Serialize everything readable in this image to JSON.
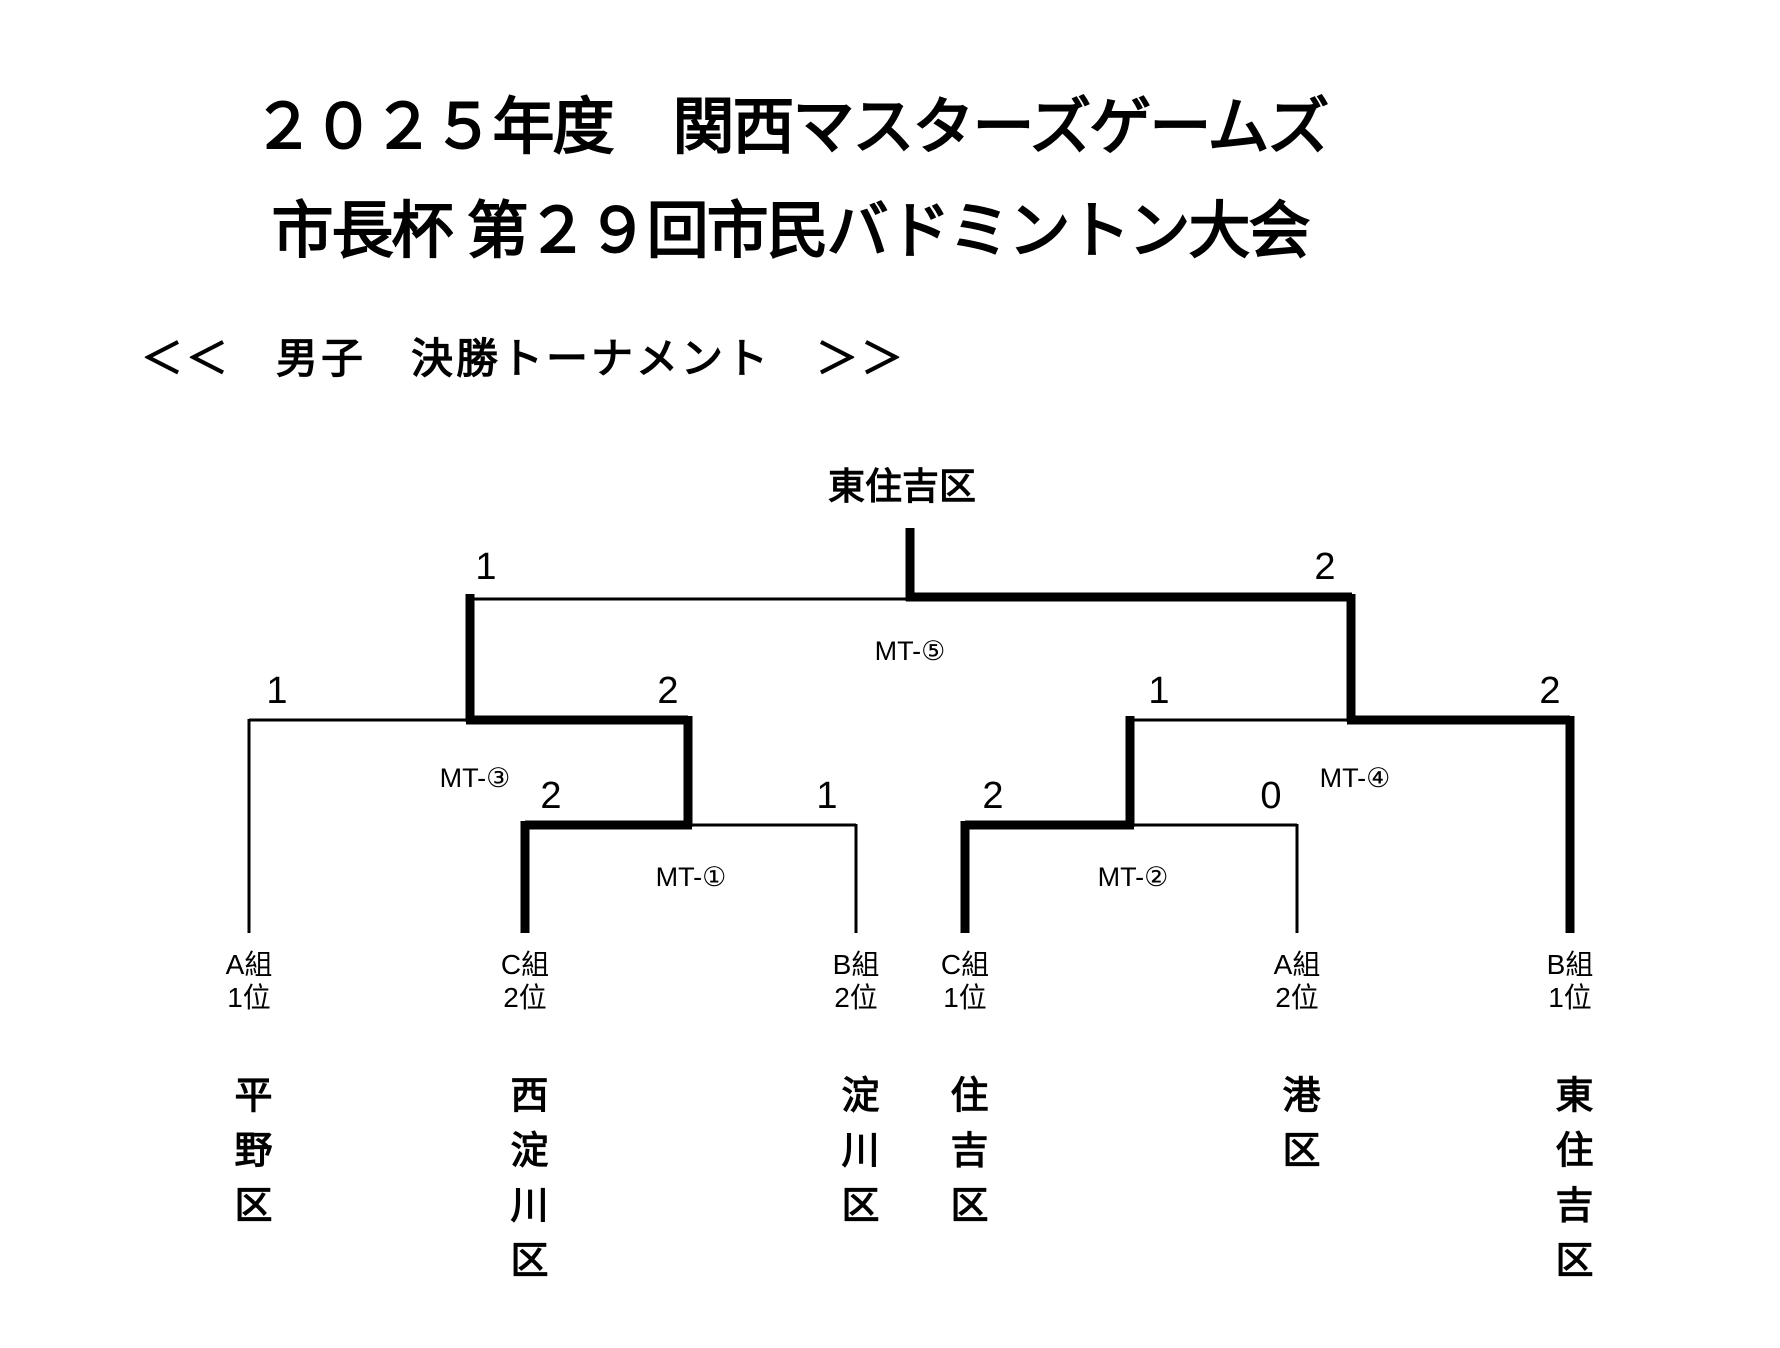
{
  "title": {
    "line1": "２０２５年度　関西マスターズゲームズ",
    "line2": "市長杯 第２９回市民バドミントン大会"
  },
  "subtitle": "＜＜　男子　決勝トーナメント　＞＞",
  "champion": "東住吉区",
  "colors": {
    "line": "#000000",
    "text": "#000000",
    "background": "#ffffff"
  },
  "bracket": {
    "matches": [
      {
        "id": "MT-①",
        "left_score": "2",
        "right_score": "1"
      },
      {
        "id": "MT-②",
        "left_score": "2",
        "right_score": "0"
      },
      {
        "id": "MT-③",
        "left_score": "1",
        "right_score": "2"
      },
      {
        "id": "MT-④",
        "left_score": "1",
        "right_score": "2"
      },
      {
        "id": "MT-⑤",
        "left_score": "1",
        "right_score": "2"
      }
    ],
    "entries": [
      {
        "group": "A組",
        "rank": "1位",
        "team": "平野区"
      },
      {
        "group": "C組",
        "rank": "2位",
        "team": "西淀川区"
      },
      {
        "group": "B組",
        "rank": "2位",
        "team": "淀川区"
      },
      {
        "group": "C組",
        "rank": "1位",
        "team": "住吉区"
      },
      {
        "group": "A組",
        "rank": "2位",
        "team": "港区"
      },
      {
        "group": "B組",
        "rank": "1位",
        "team": "東住吉区"
      }
    ]
  }
}
